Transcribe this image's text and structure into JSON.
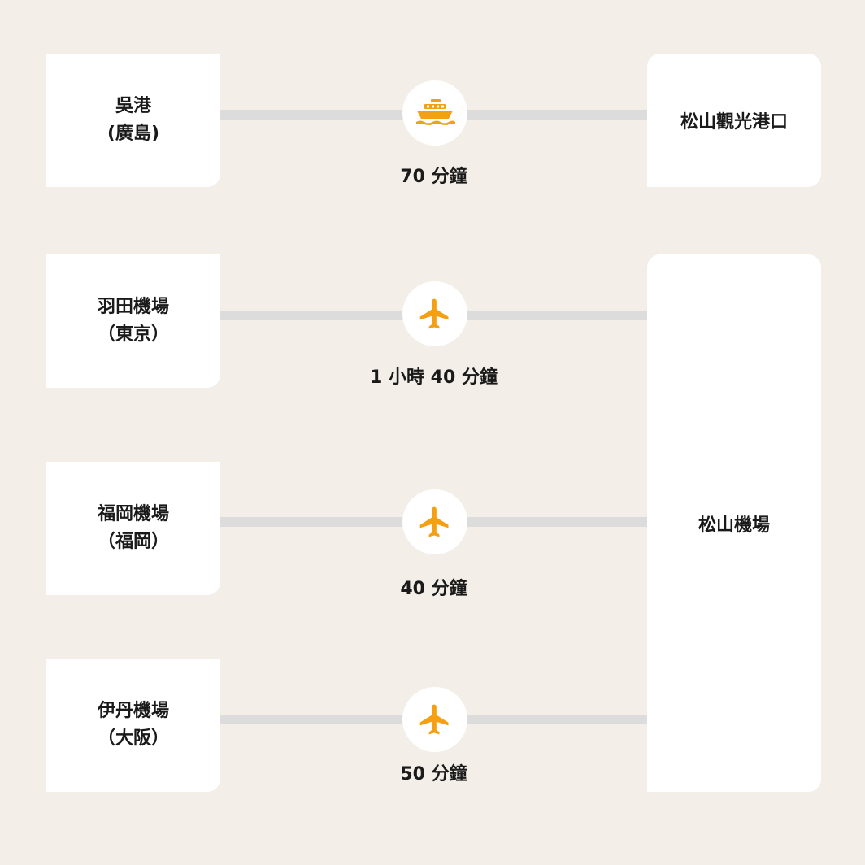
{
  "routes": [
    {
      "origin_line1": "吳港",
      "origin_line2": "(廣島)",
      "icon": "ship-icon",
      "duration": "70 分鐘"
    },
    {
      "origin_line1": "羽田機場",
      "origin_line2": "（東京）",
      "icon": "airplane-icon",
      "duration": "1 小時 40 分鐘"
    },
    {
      "origin_line1": "福岡機場",
      "origin_line2": "（福岡）",
      "icon": "airplane-icon",
      "duration": "40 分鐘"
    },
    {
      "origin_line1": "伊丹機場",
      "origin_line2": "（大阪）",
      "icon": "airplane-icon",
      "duration": "50 分鐘"
    }
  ],
  "destinations": {
    "port": "松山觀光港口",
    "airport": "松山機場"
  },
  "colors": {
    "background": "#f3efe8",
    "accent": "#f5a013",
    "line": "#dcdcdc"
  }
}
